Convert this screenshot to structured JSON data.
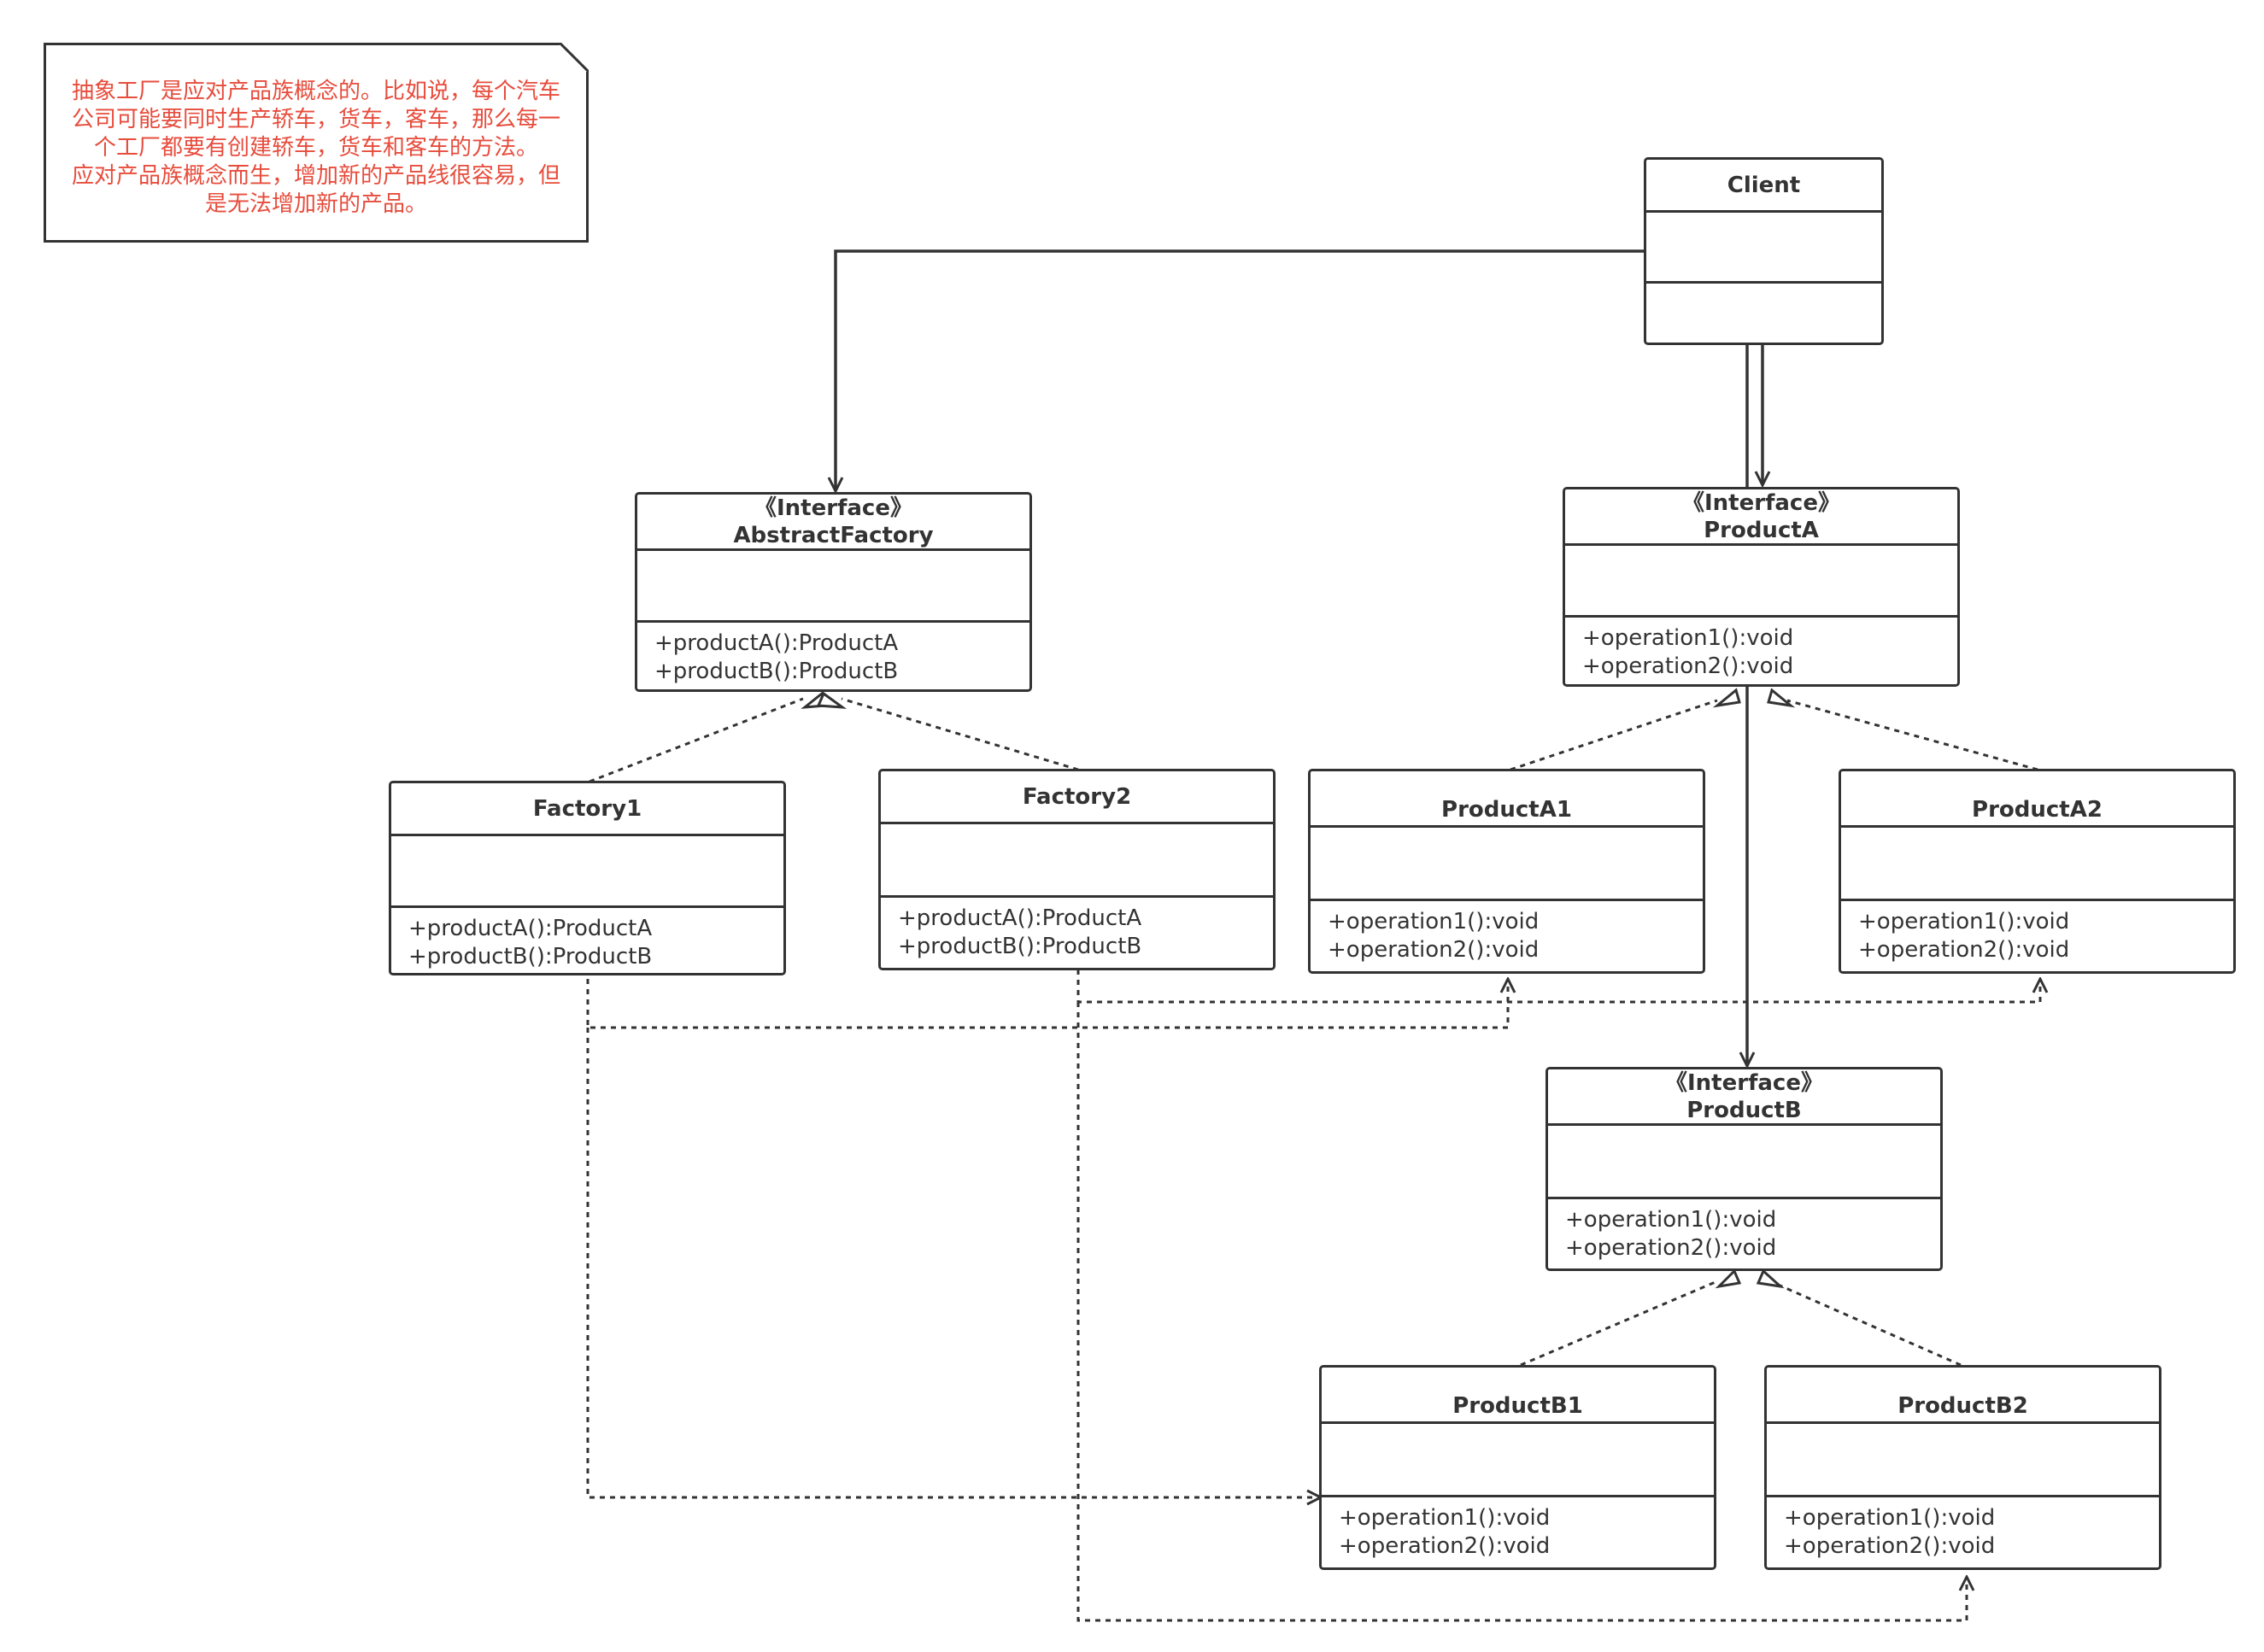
{
  "note": {
    "lines": [
      "抽象工厂是应对产品族概念的。比如说，每个汽车",
      "公司可能要同时生产轿车，货车，客车，那么每一",
      "个工厂都要有创建轿车，货车和客车的方法。",
      "应对产品族概念而生，增加新的产品线很容易，但",
      "是无法增加新的产品。"
    ]
  },
  "classes": {
    "client": {
      "name": "Client",
      "operations": []
    },
    "abstract_factory": {
      "stereotype": "《Interface》",
      "name": "AbstractFactory",
      "operations": [
        "+productA():ProductA",
        "+productB():ProductB"
      ]
    },
    "product_a": {
      "stereotype": "《Interface》",
      "name": "ProductA",
      "operations": [
        "+operation1():void",
        "+operation2():void"
      ]
    },
    "factory1": {
      "name": "Factory1",
      "operations": [
        "+productA():ProductA",
        "+productB():ProductB"
      ]
    },
    "factory2": {
      "name": "Factory2",
      "operations": [
        "+productA():ProductA",
        "+productB():ProductB"
      ]
    },
    "product_a1": {
      "name": "ProductA1",
      "operations": [
        "+operation1():void",
        "+operation2():void"
      ]
    },
    "product_a2": {
      "name": "ProductA2",
      "operations": [
        "+operation1():void",
        "+operation2():void"
      ]
    },
    "product_b": {
      "stereotype": "《Interface》",
      "name": "ProductB",
      "operations": [
        "+operation1():void",
        "+operation2():void"
      ]
    },
    "product_b1": {
      "name": "ProductB1",
      "operations": [
        "+operation1():void",
        "+operation2():void"
      ]
    },
    "product_b2": {
      "name": "ProductB2",
      "operations": [
        "+operation1():void",
        "+operation2():void"
      ]
    }
  },
  "colors": {
    "line": "#333333",
    "note_text": "#e74c3c"
  }
}
